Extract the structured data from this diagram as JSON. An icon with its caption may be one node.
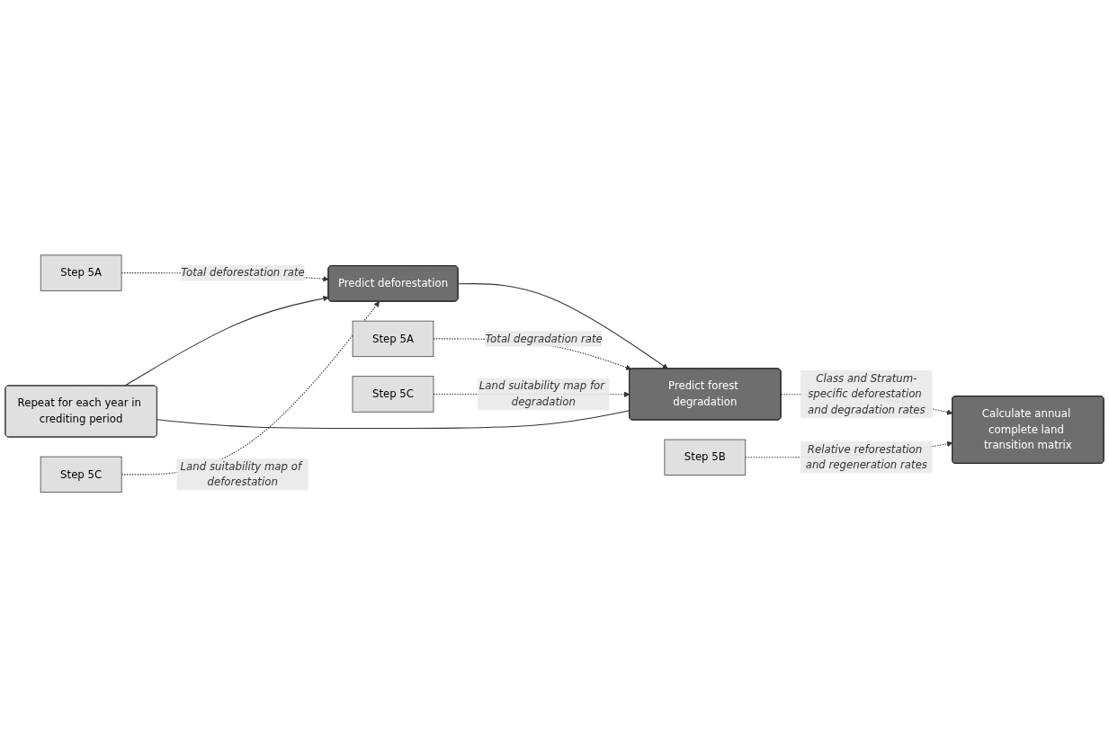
{
  "diagram": {
    "nodes": [
      {
        "text": [
          "Repeat for each year in crediting period"
        ]
      },
      {
        "text": [
          "Step 5A"
        ]
      },
      {
        "text": [
          "Step 5C"
        ]
      },
      {
        "text": [
          "Predict deforestation"
        ]
      },
      {
        "text": [
          "Step 5A"
        ]
      },
      {
        "text": [
          "Step 5C"
        ]
      },
      {
        "text": [
          "Predict forest degradation"
        ]
      },
      {
        "text": [
          "Step 5B"
        ]
      },
      {
        "text": [
          "Calculate annual complete land transition matrix"
        ]
      }
    ],
    "edges": [
      {
        "from": 0,
        "to": 3,
        "arrow": "to"
      },
      {
        "from": 1,
        "to": 3,
        "arrow": "to",
        "style": "dashed",
        "label": "Total deforestation rate"
      },
      {
        "from": 2,
        "to": 3,
        "arrow": "to",
        "style": "dashed",
        "label": "Land suitability map of deforestation"
      },
      {
        "from": 3,
        "to": 6,
        "arrow": "to"
      },
      {
        "from": 4,
        "to": 6,
        "arrow": "to",
        "style": "dashed",
        "label": "Total degradation rate"
      },
      {
        "from": 5,
        "to": 6,
        "arrow": "to",
        "style": "dashed",
        "label": "Land suitability map for degradation"
      },
      {
        "from": 6,
        "to": 0,
        "arrow": "none"
      },
      {
        "from": 6,
        "to": 8,
        "arrow": "to",
        "style": "dashed",
        "label": "Class and Stratum-specific deforestation and degradation rates"
      },
      {
        "from": 7,
        "to": 8,
        "arrow": "to",
        "style": "dashed",
        "label": "Relative reforestation and regeneration rates"
      }
    ]
  }
}
